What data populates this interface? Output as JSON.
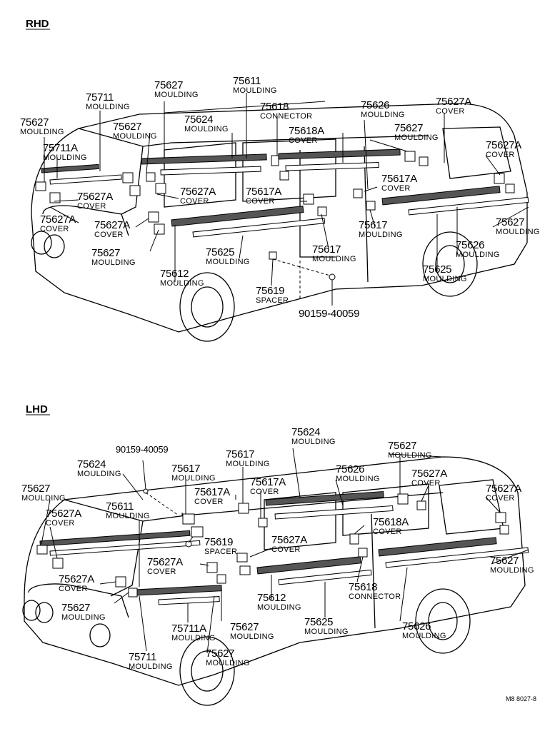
{
  "headers": {
    "rhd": "RHD",
    "lhd": "LHD"
  },
  "code": "M8 8027-8",
  "rhd_labels": [
    {
      "pn": "75627",
      "nm": "MOULDING"
    },
    {
      "pn": "75611",
      "nm": "MOULDING"
    },
    {
      "pn": "75711",
      "nm": "MOULDING"
    },
    {
      "pn": "75618",
      "nm": "CONNECTOR"
    },
    {
      "pn": "75626",
      "nm": "MOULDING"
    },
    {
      "pn": "75627A",
      "nm": "COVER"
    },
    {
      "pn": "75627",
      "nm": "MOULDING"
    },
    {
      "pn": "75624",
      "nm": "MOULDING"
    },
    {
      "pn": "75627",
      "nm": "MOULDING"
    },
    {
      "pn": "75618A",
      "nm": "COVER"
    },
    {
      "pn": "75627",
      "nm": "MOULDING"
    },
    {
      "pn": "75711A",
      "nm": "MOULDING"
    },
    {
      "pn": "75627A",
      "nm": "COVER"
    },
    {
      "pn": "75617A",
      "nm": "COVER"
    },
    {
      "pn": "75627A",
      "nm": "COVER"
    },
    {
      "pn": "75627A",
      "nm": "COVER"
    },
    {
      "pn": "75617A",
      "nm": "COVER"
    },
    {
      "pn": "75627A",
      "nm": "COVER"
    },
    {
      "pn": "75627A",
      "nm": "COVER"
    },
    {
      "pn": "75617",
      "nm": "MOULDING"
    },
    {
      "pn": "75627",
      "nm": "MOULDING"
    },
    {
      "pn": "75627",
      "nm": "MOULDING"
    },
    {
      "pn": "75625",
      "nm": "MOULDING"
    },
    {
      "pn": "75617",
      "nm": "MOULDING"
    },
    {
      "pn": "75626",
      "nm": "MOULDING"
    },
    {
      "pn": "75612",
      "nm": "MOULDING"
    },
    {
      "pn": "75625",
      "nm": "MOULDING"
    },
    {
      "pn": "75619",
      "nm": "SPACER"
    },
    {
      "pn": "90159-40059",
      "nm": ""
    }
  ],
  "lhd_labels": [
    {
      "pn": "75624",
      "nm": "MOULDING"
    },
    {
      "pn": "90159-40059",
      "nm": ""
    },
    {
      "pn": "75627",
      "nm": "MOULDING"
    },
    {
      "pn": "75617",
      "nm": "MOULDING"
    },
    {
      "pn": "75624",
      "nm": "MOULDING"
    },
    {
      "pn": "75617",
      "nm": "MOULDING"
    },
    {
      "pn": "75626",
      "nm": "MOULDING"
    },
    {
      "pn": "75627A",
      "nm": "COVER"
    },
    {
      "pn": "75617A",
      "nm": "COVER"
    },
    {
      "pn": "75627",
      "nm": "MOULDING"
    },
    {
      "pn": "75627A",
      "nm": "COVER"
    },
    {
      "pn": "75617A",
      "nm": "COVER"
    },
    {
      "pn": "75611",
      "nm": "MOULDING"
    },
    {
      "pn": "75627A",
      "nm": "COVER"
    },
    {
      "pn": "75618A",
      "nm": "COVER"
    },
    {
      "pn": "75619",
      "nm": "SPACER"
    },
    {
      "pn": "75627A",
      "nm": "COVER"
    },
    {
      "pn": "75627A",
      "nm": "COVER"
    },
    {
      "pn": "75627",
      "nm": "MOULDING"
    },
    {
      "pn": "75627A",
      "nm": "COVER"
    },
    {
      "pn": "75618",
      "nm": "CONNECTOR"
    },
    {
      "pn": "75612",
      "nm": "MOULDING"
    },
    {
      "pn": "75627",
      "nm": "MOULDING"
    },
    {
      "pn": "75625",
      "nm": "MOULDING"
    },
    {
      "pn": "75626",
      "nm": "MOULDING"
    },
    {
      "pn": "75711A",
      "nm": "MOULDING"
    },
    {
      "pn": "75627",
      "nm": "MOULDING"
    },
    {
      "pn": "75627",
      "nm": "MOULDING"
    },
    {
      "pn": "75711",
      "nm": "MOULDING"
    }
  ]
}
